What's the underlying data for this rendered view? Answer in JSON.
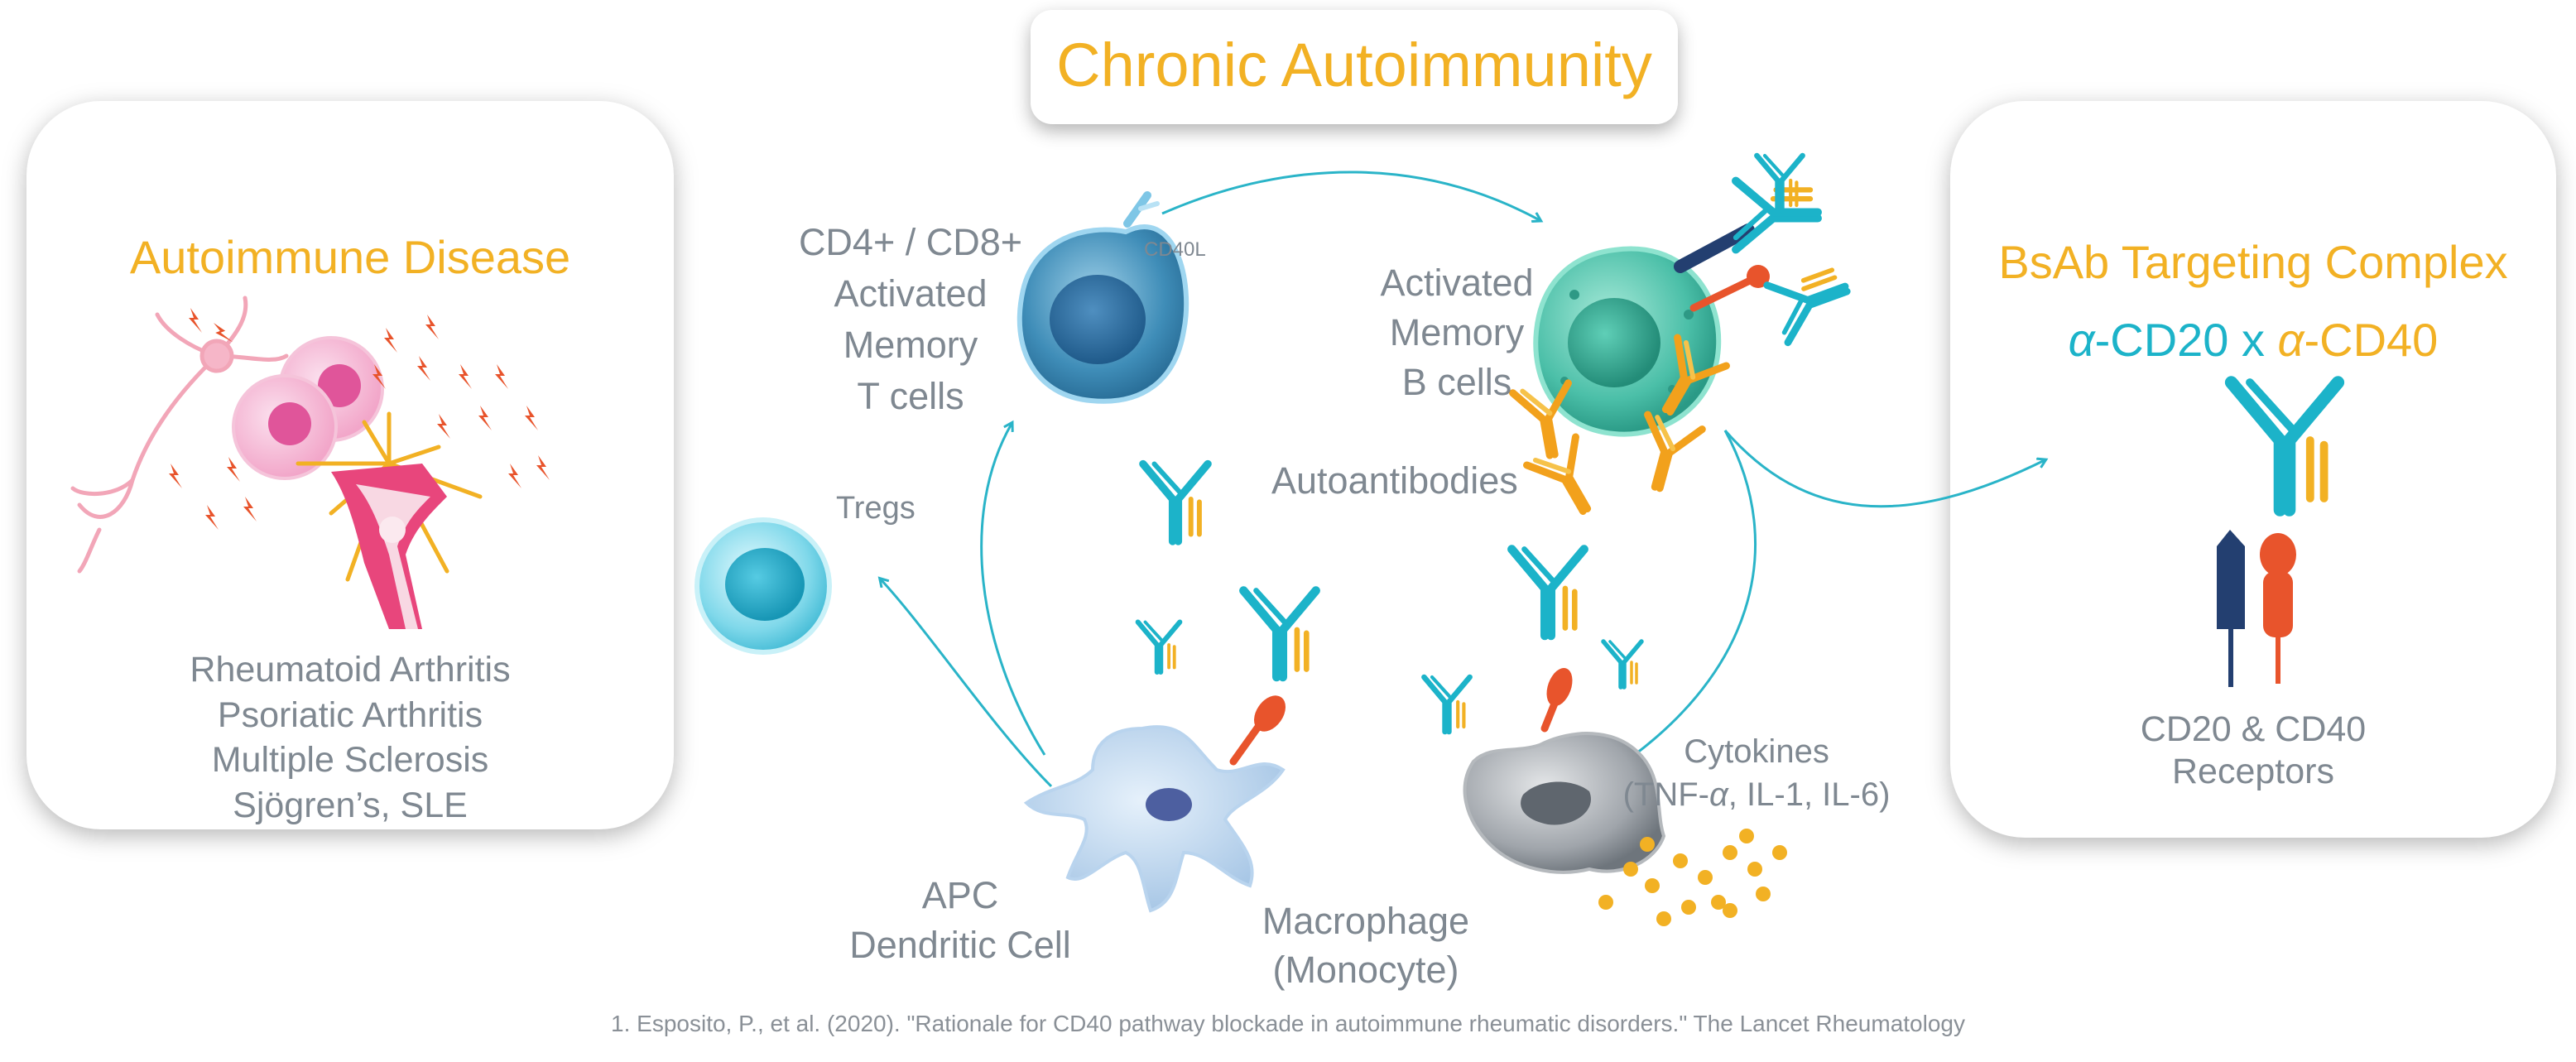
{
  "title": "Chronic Autoimmunity",
  "left_panel": {
    "title": "Autoimmune Disease",
    "diseases": [
      "Rheumatoid Arthritis",
      "Psoriatic Arthritis",
      "Multiple Sclerosis",
      "Sjögren’s,  SLE"
    ]
  },
  "right_panel": {
    "title": "BsAb Targeting Complex",
    "subtitle": {
      "alpha1": "α",
      "part1": "-CD20 x ",
      "alpha2": "α",
      "part2": "-CD40"
    },
    "receptors_label": [
      "CD20 & CD40",
      "Receptors"
    ]
  },
  "labels": {
    "t_cells": [
      "CD4+ / CD8+",
      "Activated",
      "Memory",
      "T cells"
    ],
    "cd40l": "CD40L",
    "b_cells": [
      "Activated",
      "Memory",
      "B cells"
    ],
    "tregs": "Tregs",
    "autoantibodies": "Autoantibodies",
    "apc": [
      "APC",
      "Dendritic Cell"
    ],
    "macrophage": [
      "Macrophage",
      "(Monocyte)"
    ],
    "cytokines": {
      "line1": "Cytokines",
      "open": "(TNF-",
      "alpha": "α",
      "rest": ", IL-1, IL-6)"
    }
  },
  "citation": "1. Esposito, P., et al. (2020). \"Rationale for CD40 pathway blockade in autoimmune rheumatic disorders.\" The Lancet Rheumatology",
  "colors": {
    "gold": "#f2b124",
    "teal": "#1cb3c9",
    "gray_text": "#7f8891",
    "t_cell": "#3f8db8",
    "b_cell": "#4bbfa8",
    "treg": "#6fd3e6",
    "cd20": "#233f70",
    "cd40": "#e8542c",
    "arrow": "#2ab4c8"
  },
  "icons": [
    "neuron-icon",
    "cells-icon",
    "knee-joint-icon",
    "lightning-bolt-icon",
    "antibody-icon",
    "receptor-icon"
  ]
}
